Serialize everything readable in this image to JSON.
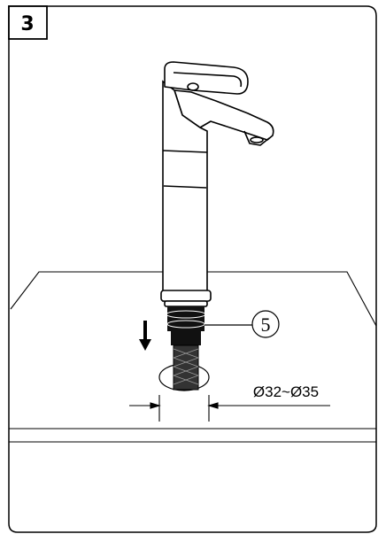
{
  "step": {
    "number": "3"
  },
  "callouts": [
    {
      "label": "5"
    }
  ],
  "dimension": {
    "text": "Ø32~Ø35"
  }
}
